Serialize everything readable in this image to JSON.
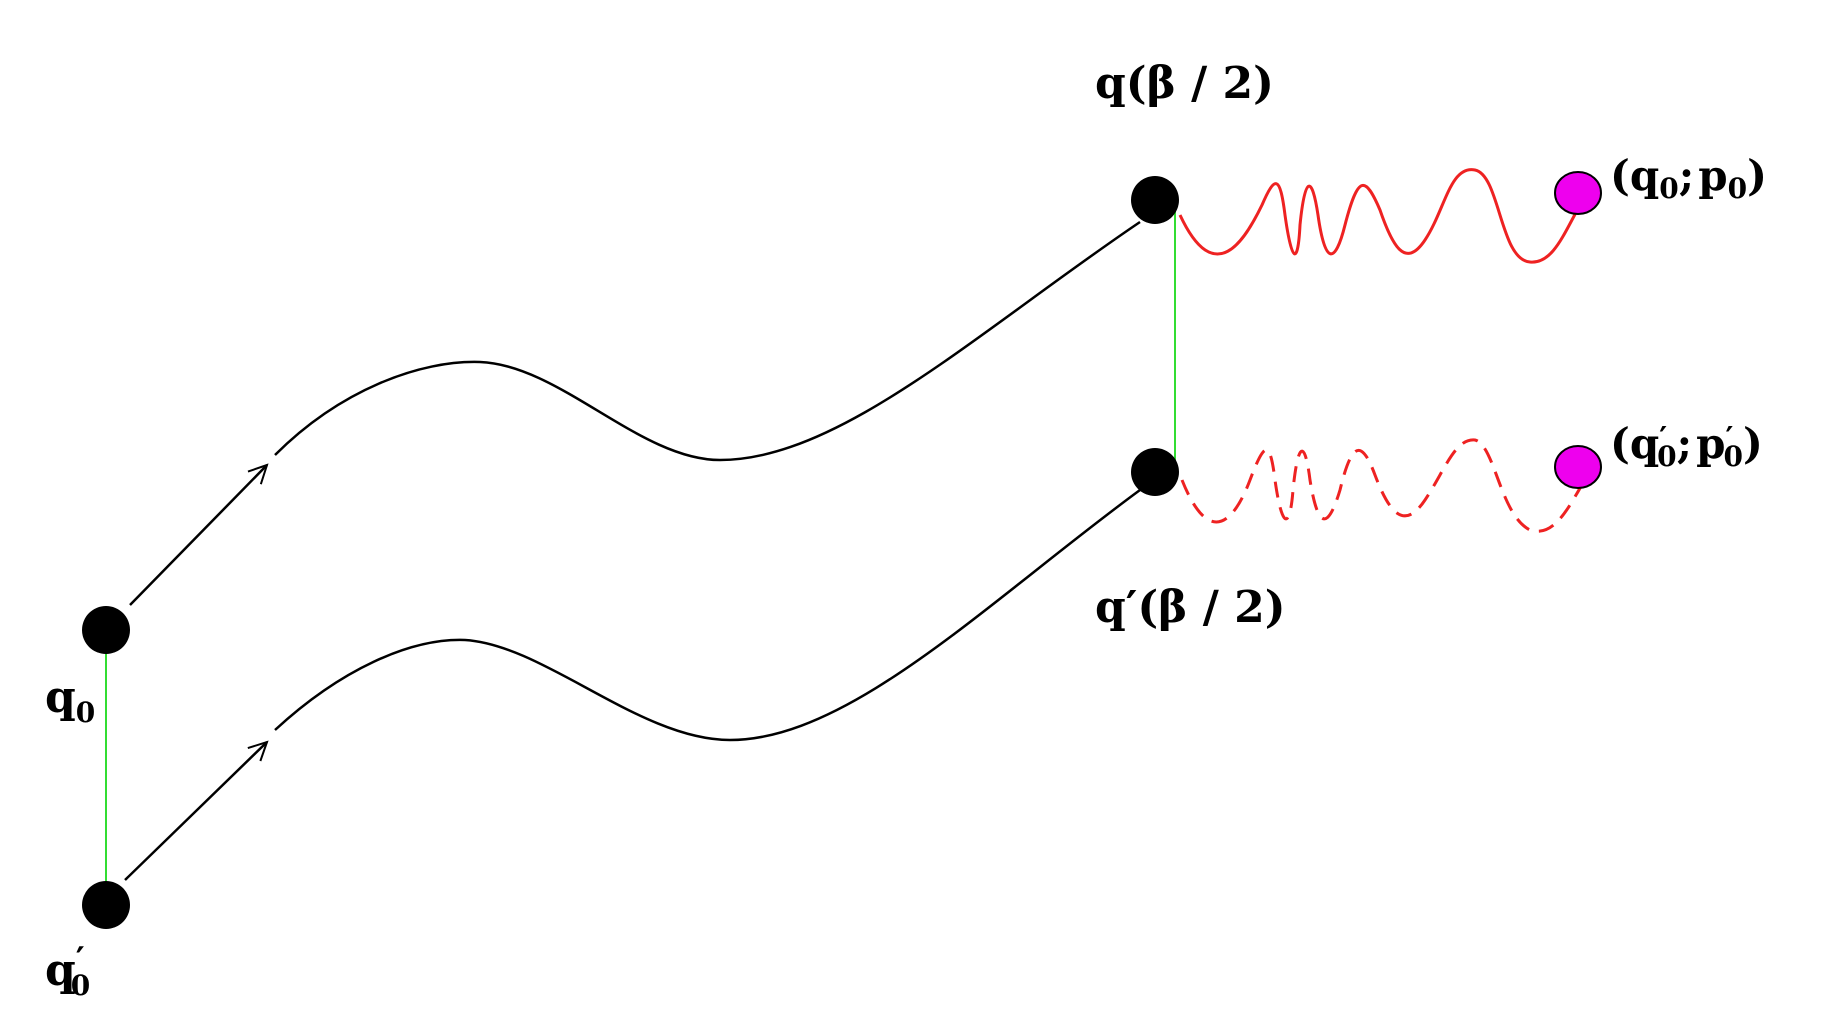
{
  "diagram": {
    "nodes": {
      "q0": {
        "symbol": "q",
        "subscript": "0"
      },
      "q0_prime": {
        "symbol": "q",
        "prime": "′",
        "subscript": "0"
      },
      "q_half": {
        "text": "q(β / 2)"
      },
      "q_half_prime": {
        "text": "q′(β / 2)"
      },
      "phase_point": {
        "open": "(",
        "q": "q",
        "q_sub": "0",
        "sep": ";",
        "p": "p",
        "p_sub": "0",
        "close": ")"
      },
      "phase_point_prime": {
        "open": "(",
        "q": "q",
        "q_prime": "′",
        "q_sub": "0",
        "sep": ";",
        "p": "p",
        "p_prime": "′",
        "p_sub": "0",
        "close": ")"
      }
    },
    "colors": {
      "path": "#000000",
      "node": "#000000",
      "connector": "#33dd33",
      "oscillation": "#ee2222",
      "endpoint": "#ee00ee"
    }
  }
}
